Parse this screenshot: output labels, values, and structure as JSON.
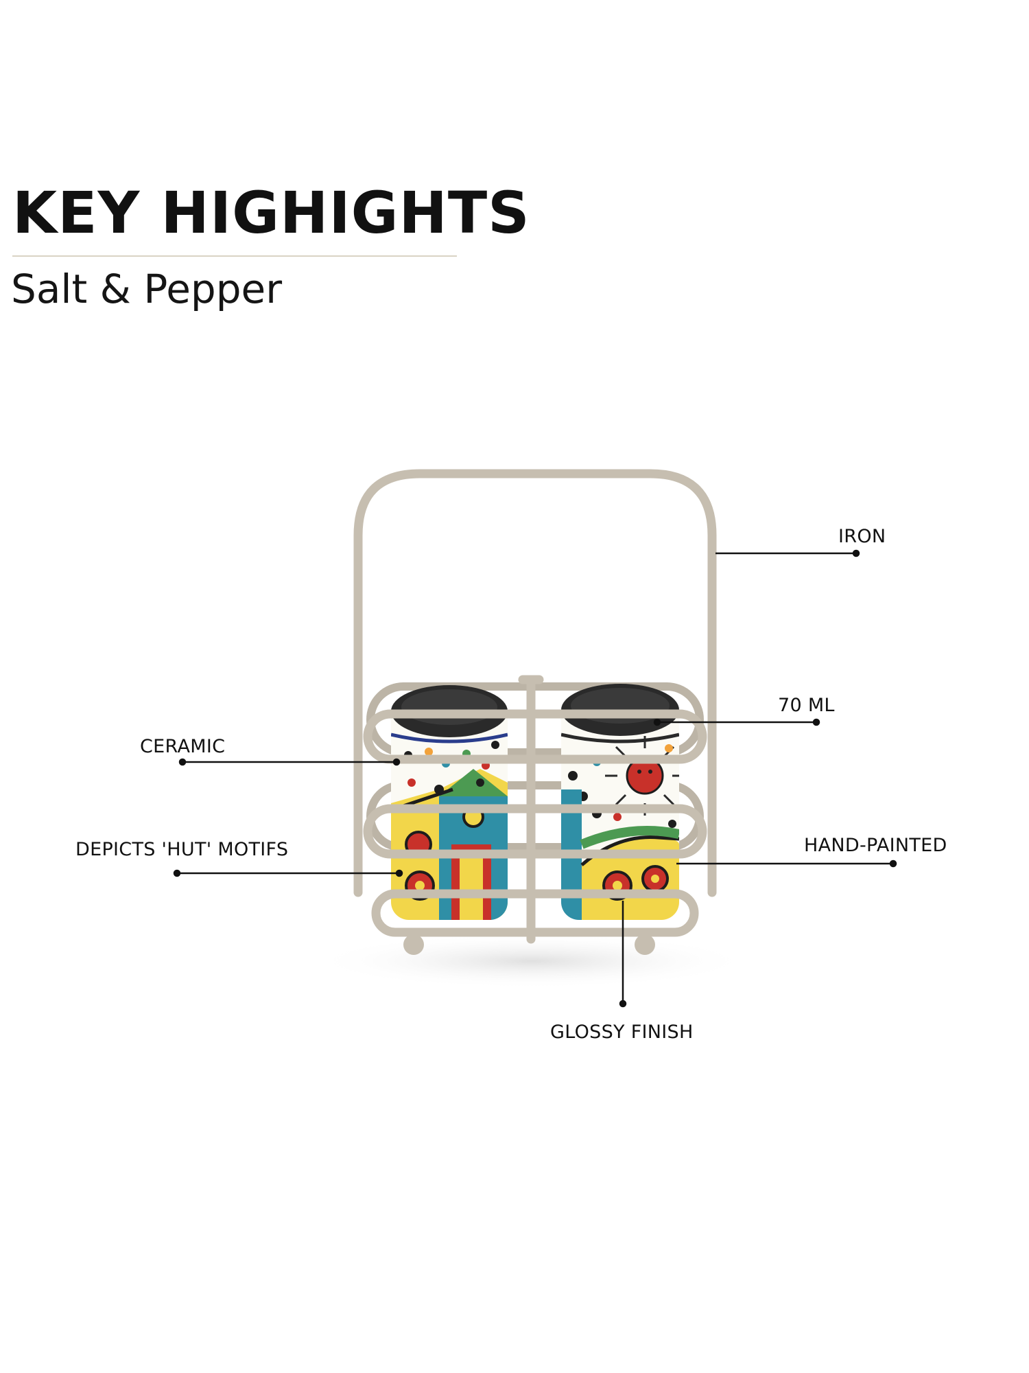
{
  "header": {
    "title": "KEY HIGHIGHTS",
    "subtitle": "Salt & Pepper"
  },
  "callouts": {
    "iron": "IRON",
    "volume": "70 ML",
    "ceramic": "CERAMIC",
    "motifs": "DEPICTS 'HUT' MOTIFS",
    "hand_painted": "HAND-PAINTED",
    "glossy": "GLOSSY FINISH"
  },
  "colors": {
    "stand": "#c6beb0",
    "lid": "#2a2a2a",
    "ceramic": "#fbfaf4",
    "yellow": "#f2d64a",
    "red": "#c8312a",
    "teal": "#2f8fa6",
    "green": "#4c9a52"
  }
}
